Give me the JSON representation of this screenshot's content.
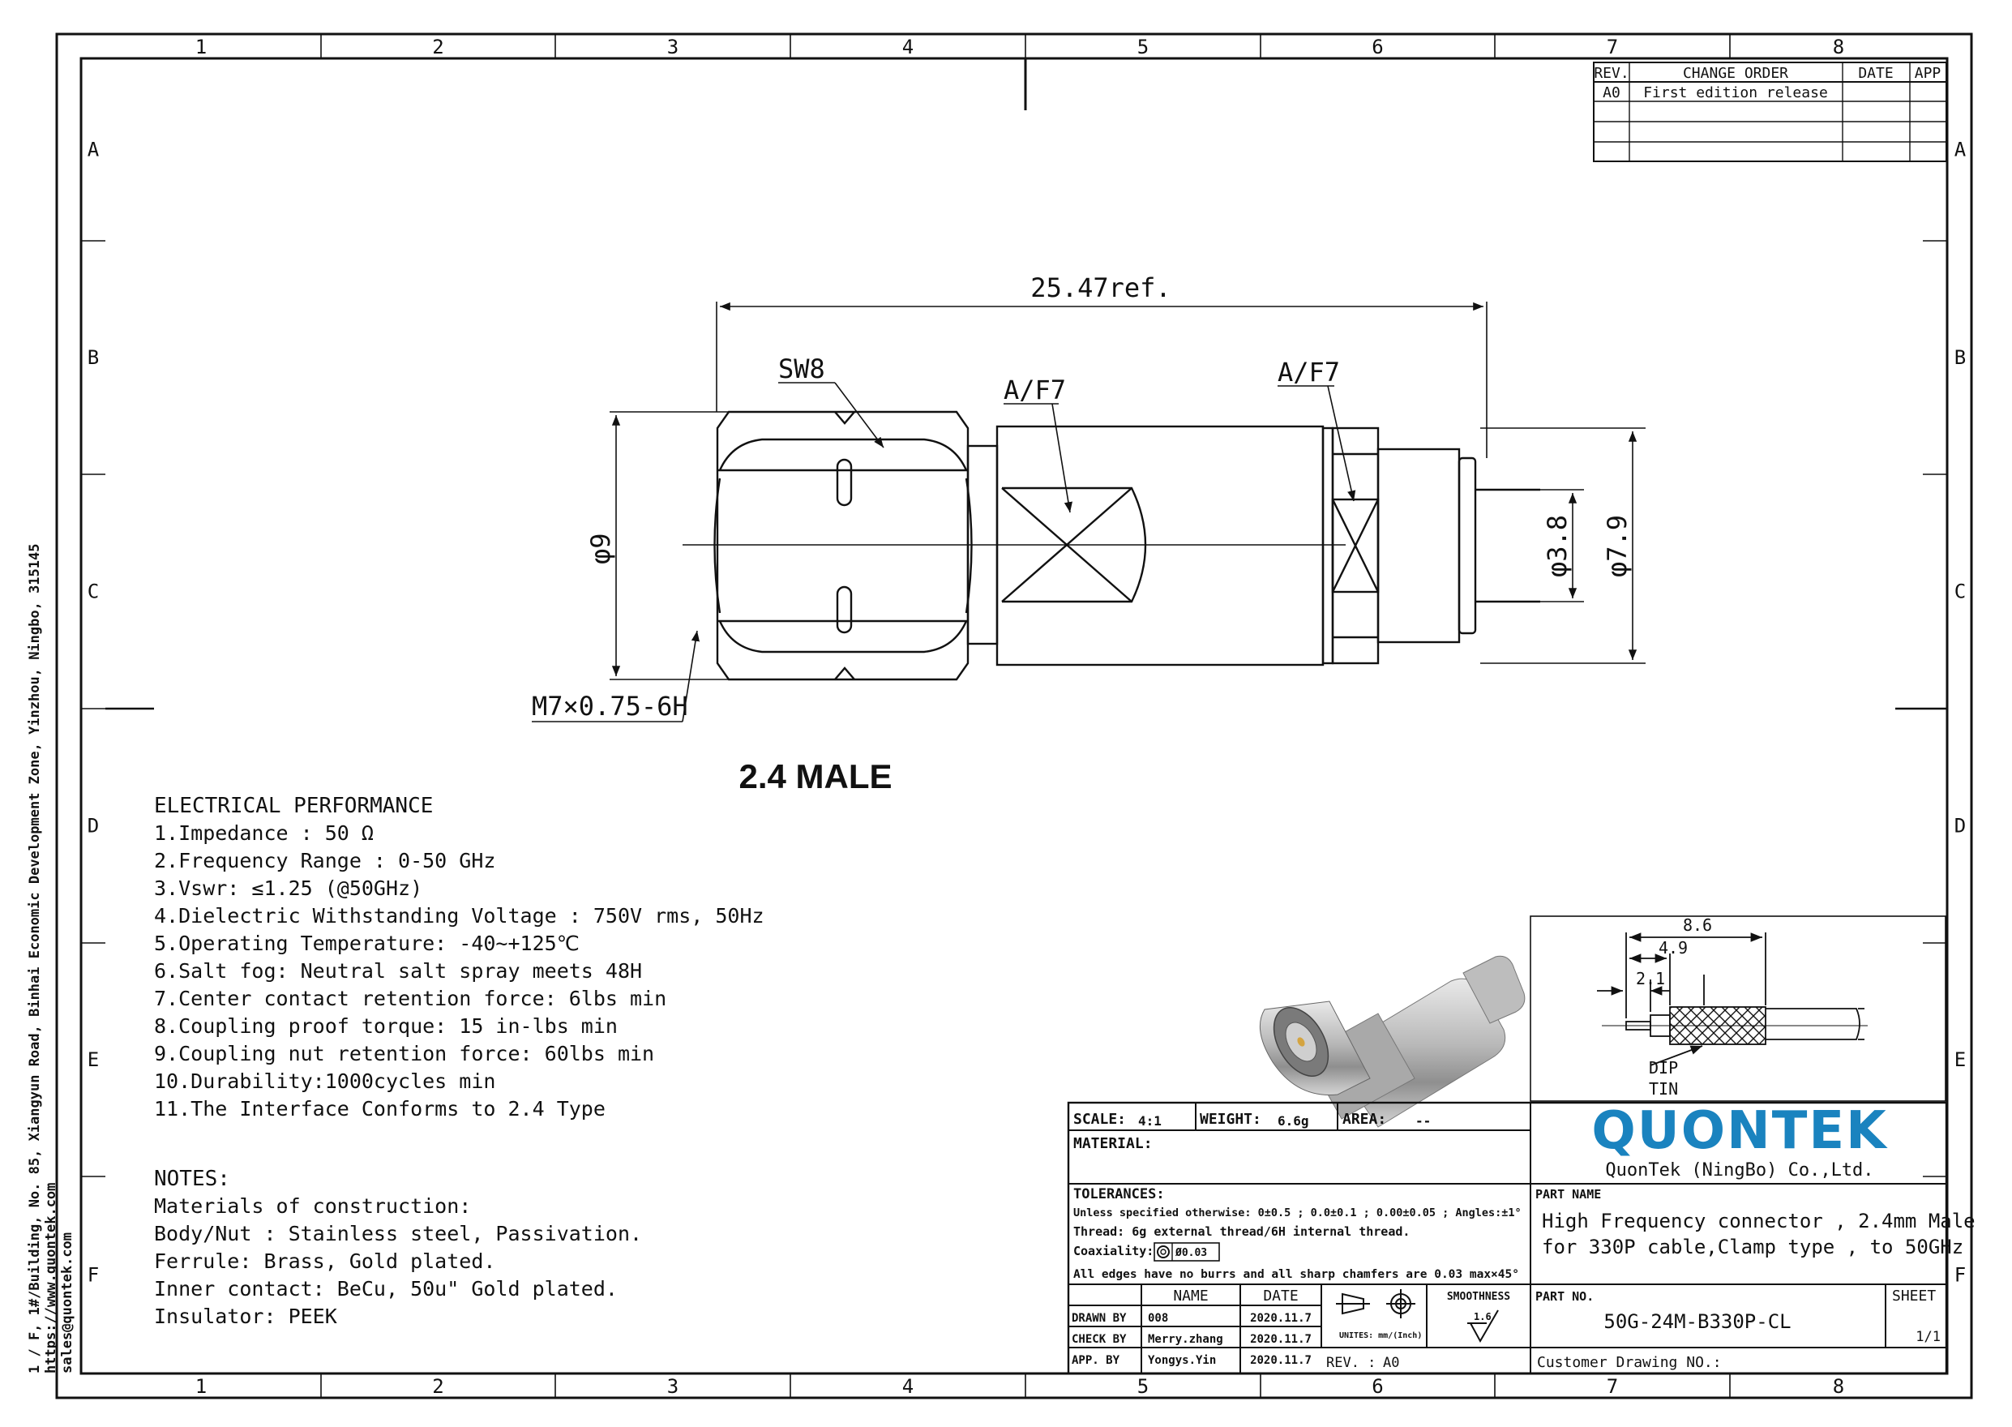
{
  "border": {
    "col_labels": [
      "1",
      "2",
      "3",
      "4",
      "5",
      "6",
      "7",
      "8"
    ],
    "row_labels": [
      "A",
      "B",
      "C",
      "D",
      "E",
      "F"
    ]
  },
  "side_text": {
    "address": "1 / F, 1#/Building, No. 85, Xiangyun Road, Binhai Economic Development Zone, Yinzhou, Ningbo, 315145",
    "website": "https://www.quontek.com",
    "email": "sales@quontek.com"
  },
  "revision_table": {
    "headers": [
      "REV.",
      "CHANGE ORDER",
      "DATE",
      "APP"
    ],
    "rows": [
      [
        "A0",
        "First edition release",
        "",
        ""
      ],
      [
        "",
        "",
        "",
        ""
      ],
      [
        "",
        "",
        "",
        ""
      ],
      [
        "",
        "",
        "",
        ""
      ]
    ]
  },
  "dimensions": {
    "overall_length": "25.47ref.",
    "sw8": "SW8",
    "af7_left": "A/F7",
    "af7_right": "A/F7",
    "dia9": "φ9",
    "dia38": "φ3.8",
    "dia79": "φ7.9",
    "thread": "M7×0.75-6H"
  },
  "drawing_title": "2.4 MALE",
  "electrical": {
    "heading": "ELECTRICAL PERFORMANCE",
    "items": [
      "1.Impedance :  50 Ω",
      "2.Frequency Range : 0-50 GHz",
      "3.Vswr: ≤1.25 (@50GHz)",
      "4.Dielectric Withstanding Voltage : 750V rms, 50Hz",
      "5.Operating Temperature:  -40~+125℃",
      "6.Salt fog: Neutral salt spray meets 48H",
      "7.Center contact retention force: 6lbs min",
      "8.Coupling proof torque: 15 in-lbs min",
      "9.Coupling nut retention force: 60lbs min",
      "10.Durability:1000cycles min",
      "11.The Interface Conforms to 2.4 Type"
    ]
  },
  "notes": {
    "heading": "NOTES:",
    "items": [
      "Materials of construction:",
      "Body/Nut : Stainless steel, Passivation.",
      "Ferrule: Brass, Gold plated.",
      "Inner contact: BeCu, 50u\" Gold plated.",
      "Insulator: PEEK"
    ]
  },
  "cable_prep": {
    "dim1": "8.6",
    "dim2": "4.9",
    "dim3": "2.1",
    "dip_label": "DIP",
    "tin_label": "TIN"
  },
  "title_block": {
    "scale_label": "SCALE:",
    "scale_value": "4:1",
    "weight_label": "WEIGHT:",
    "weight_value": "6.6g",
    "area_label": "AREA:",
    "area_value": "--",
    "material_label": "MATERIAL:",
    "tolerances_label": "TOLERANCES:",
    "tol_line1": "Unless specified otherwise: 0±0.5 ; 0.0±0.1 ; 0.00±0.05 ; Angles:±1°",
    "tol_line2": "Thread: 6g external thread/6H internal thread.",
    "coax_label": "Coaxiality:",
    "coax_value": "Ø0.03",
    "tol_line4": "All edges have no burrs and all sharp chamfers are 0.03 max×45°",
    "name_header": "NAME",
    "date_header": "DATE",
    "drawn_by_label": "DRAWN BY",
    "drawn_by_name": "008",
    "drawn_by_date": "2020.11.7",
    "check_by_label": "CHECK BY",
    "check_by_name": "Merry.zhang",
    "check_by_date": "2020.11.7",
    "app_by_label": "APP. BY",
    "app_by_name": "Yongys.Yin",
    "app_by_date": "2020.11.7",
    "units_label": "UNITES: mm/(Inch)",
    "smoothness_label": "SMOOTHNESS",
    "smoothness_value": "1.6",
    "rev_label": "REV. :",
    "rev_value": "A0",
    "company_logo": "QUONTEK",
    "company_name": "QuonTek (NingBo) Co.,Ltd.",
    "part_name_label": "PART NAME",
    "part_name_line1": "High Frequency connector , 2.4mm Male",
    "part_name_line2": "for 330P cable,Clamp type , to 50GHz",
    "part_no_label": "PART NO.",
    "part_no_value": "50G-24M-B330P-CL",
    "sheet_label": "SHEET",
    "sheet_value": "1/1",
    "customer_drawing_label": "Customer Drawing NO.:"
  }
}
